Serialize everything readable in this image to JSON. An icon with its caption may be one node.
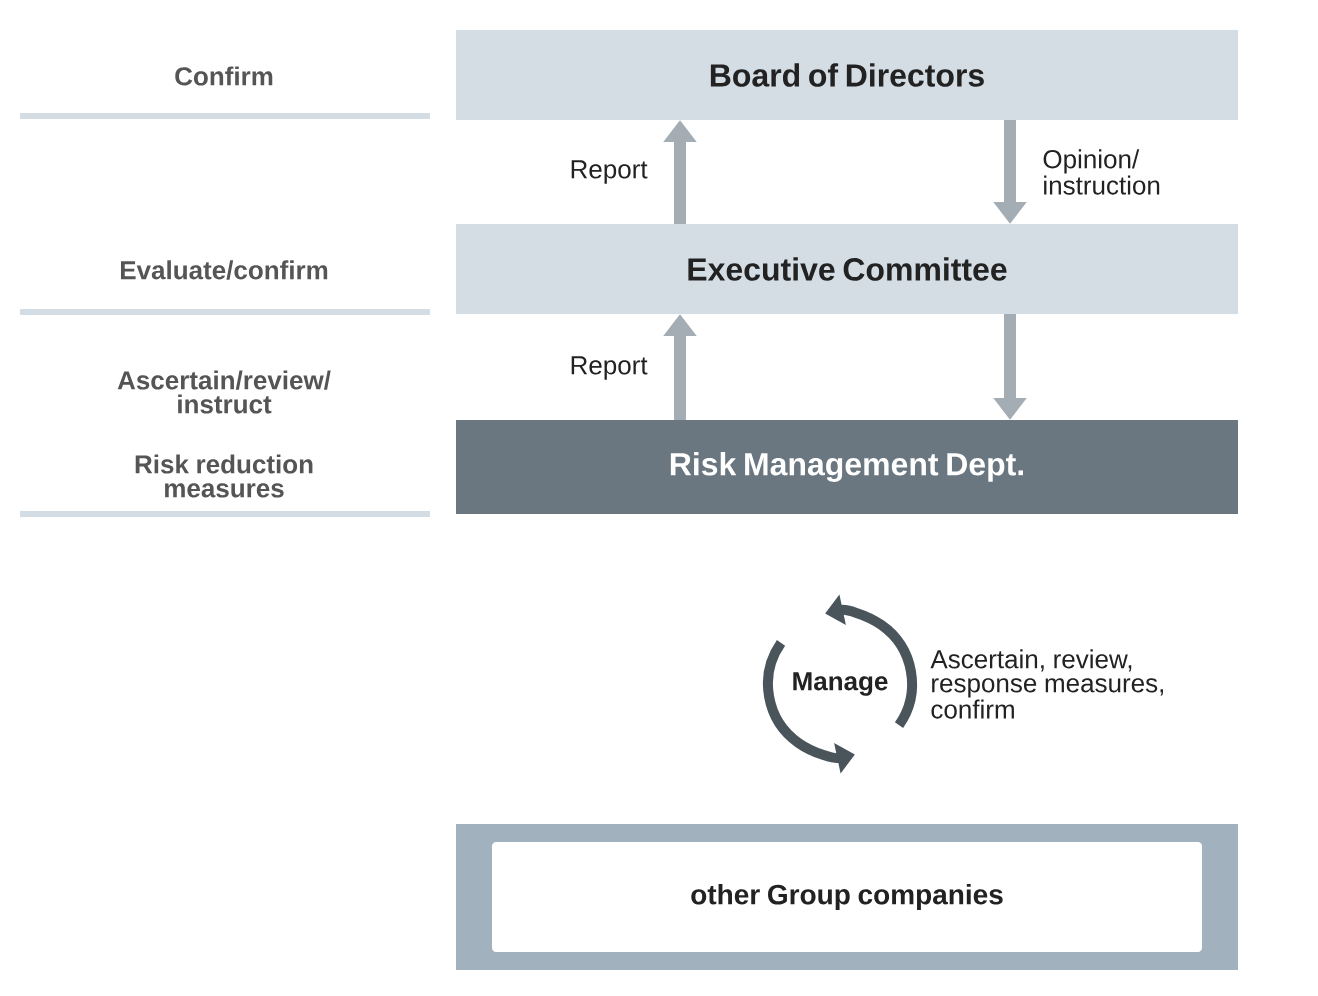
{
  "diagram": {
    "nodes": [
      {
        "text": [
          "Board of Directors"
        ]
      },
      {
        "text": [
          "Executive Committee"
        ]
      },
      {
        "text": [
          "Risk Management Dept."
        ]
      },
      {
        "text": [
          "Manage"
        ],
        "beside": [
          "Ascertain, review, response measures, confirm"
        ]
      },
      {
        "text": [],
        "shape": "box"
      },
      {
        "text": [
          "other Group companies"
        ],
        "in": 4
      }
    ],
    "edges": [
      {
        "from": 1,
        "to": 0,
        "arrow": "to",
        "label": "Report"
      },
      {
        "from": 0,
        "to": 1,
        "arrow": "to",
        "label": "Opinion/ instruction"
      },
      {
        "from": 2,
        "to": 1,
        "arrow": "to",
        "label": "Report"
      },
      {
        "from": 1,
        "to": 2,
        "arrow": "to"
      }
    ],
    "labels": [
      "Confirm",
      "Evaluate/confirm",
      "Ascertain/review/ instruct",
      "Risk reduction measures"
    ]
  }
}
